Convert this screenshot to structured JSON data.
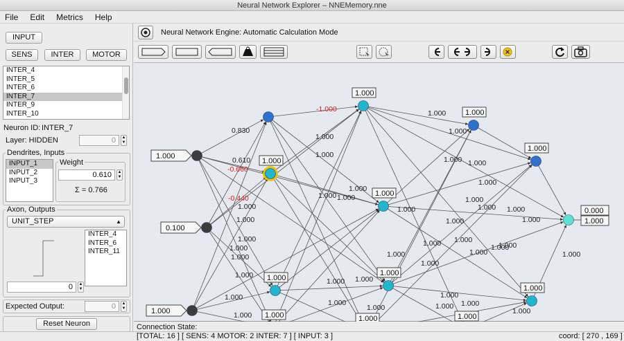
{
  "window": {
    "title": "Neural Network Explorer – NNEMemory.nne"
  },
  "menu": [
    "File",
    "Edit",
    "Metrics",
    "Help"
  ],
  "left": {
    "input_button": "INPUT",
    "sens_button": "SENS",
    "inter_button": "INTER",
    "motor_button": "MOTOR",
    "neuron_list": [
      "INTER_4",
      "INTER_5",
      "INTER_6",
      "INTER_7",
      "INTER_9",
      "INTER_10"
    ],
    "selected_neuron": "INTER_7",
    "neuron_id_label": "Neuron ID:",
    "neuron_id": "INTER_7",
    "layer_label": "Layer: HIDDEN",
    "layer_value": "0",
    "dendrites_title": "Dendrites, Inputs",
    "dendrite_list": [
      "INPUT_1",
      "INPUT_2",
      "INPUT_3"
    ],
    "weight_title": "Weight",
    "weight_value": "0.610",
    "sum_text": "Σ = 0.766",
    "axon_title": "Axon, Outputs",
    "activation": "UNIT_STEP",
    "output_list": [
      "INTER_4",
      "INTER_6",
      "INTER_11"
    ],
    "threshold_value": "0",
    "expected_label": "Expected Output:",
    "expected_value": "0",
    "reset_button": "Reset Neuron"
  },
  "engine": {
    "label": "Neural Network Engine:  Automatic Calculation Mode"
  },
  "status": {
    "connection_state": "Connection State:",
    "totals": "[TOTAL: 16 ] [ SENS: 4  MOTOR: 2   INTER: 7 ] [  INPUT: 3  ]",
    "coord": "coord: [ 270 , 169 ]"
  },
  "colors": {
    "sens": "#3c3c3c",
    "inter_dark": "#2f6fce",
    "inter_cyan": "#22b5d0",
    "motor": "#5fe0d4",
    "negative": "#d62020",
    "selected_ring": "#e8c300"
  },
  "icons": [
    "target-icon",
    "shape-pentagon-icon",
    "shape-rect-icon",
    "shape-hexagon-icon",
    "weight-icon",
    "layers-icon",
    "select-rect-icon",
    "select-lasso-icon",
    "step-back-icon",
    "step-both-icon",
    "step-forward-icon",
    "undo-icon",
    "stop-icon",
    "refresh-icon",
    "camera-icon"
  ],
  "network": {
    "nodes": [
      {
        "id": "S1",
        "label": "1.000"
      },
      {
        "id": "S2",
        "label": "0.100"
      },
      {
        "id": "S3",
        "label": "1.000"
      },
      {
        "id": "A1",
        "label": ""
      },
      {
        "id": "A2",
        "label": "1.000"
      },
      {
        "id": "A3",
        "label": "1.000"
      },
      {
        "id": "A4",
        "label": "1.000"
      },
      {
        "id": "B1",
        "label": "1.000"
      },
      {
        "id": "B2",
        "label": "1.000"
      },
      {
        "id": "B3",
        "label": "1.000"
      },
      {
        "id": "B4",
        "label": "1.000"
      },
      {
        "id": "C1",
        "label": "1.000"
      },
      {
        "id": "C2",
        "label": "1.000"
      },
      {
        "id": "C3",
        "label": "1.000"
      },
      {
        "id": "C4",
        "label": "1.000"
      },
      {
        "id": "M1",
        "label": "0.000"
      },
      {
        "id": "M2",
        "label": "1.000"
      }
    ],
    "weights": [
      {
        "text": "0.830"
      },
      {
        "text": "0.610"
      },
      {
        "text": "-0.660"
      },
      {
        "text": "-0.440"
      },
      {
        "text": "-1.000"
      },
      {
        "text": "1.000"
      },
      {
        "text": "1.000"
      },
      {
        "text": "1.000"
      },
      {
        "text": "1.000"
      },
      {
        "text": "1.000"
      },
      {
        "text": "1.000"
      },
      {
        "text": "1.000"
      },
      {
        "text": "1.000"
      },
      {
        "text": "1.000"
      },
      {
        "text": "1.000"
      },
      {
        "text": "1.000"
      },
      {
        "text": "1.000"
      },
      {
        "text": "1.000"
      },
      {
        "text": "1.000"
      },
      {
        "text": "1.000"
      },
      {
        "text": "1.000"
      },
      {
        "text": "1.000"
      },
      {
        "text": "1.000"
      },
      {
        "text": "1.000"
      },
      {
        "text": "1.000"
      },
      {
        "text": "1.000"
      },
      {
        "text": "1.000"
      },
      {
        "text": "1.000"
      },
      {
        "text": "1.000"
      },
      {
        "text": "1.000"
      },
      {
        "text": "1.000"
      },
      {
        "text": "1.000"
      },
      {
        "text": "1.000"
      },
      {
        "text": "1.000"
      },
      {
        "text": "1.000"
      },
      {
        "text": "1.000"
      },
      {
        "text": "1.000"
      },
      {
        "text": "1.000"
      },
      {
        "text": "1.000"
      },
      {
        "text": "1.000"
      },
      {
        "text": "1.000"
      },
      {
        "text": "1.000"
      },
      {
        "text": "1.000"
      },
      {
        "text": "1.000"
      },
      {
        "text": "1.000"
      },
      {
        "text": "1.000"
      },
      {
        "text": "1.000"
      },
      {
        "text": "1.000"
      }
    ]
  }
}
